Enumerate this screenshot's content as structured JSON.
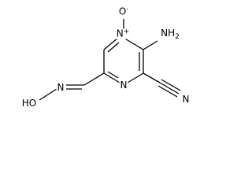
{
  "molecule": {
    "atom_labels": {
      "n_oxide_n": "N",
      "n_oxide_charge": "+",
      "oxide_o": "O",
      "oxide_dot": "·",
      "amino": "NH",
      "amino_sub": "2",
      "ring_n": "N",
      "nitrile_n": "N",
      "oxime_n": "N",
      "oxime_oh": "HO"
    }
  }
}
